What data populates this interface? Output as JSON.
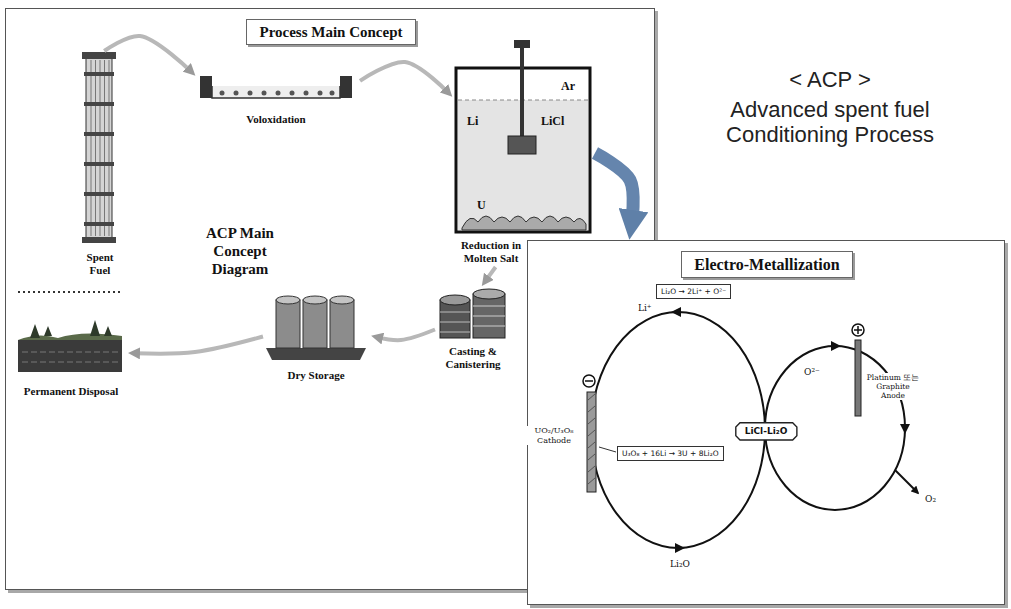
{
  "diagram": {
    "nodes": [
      {
        "text": [
          "Process Main Concept"
        ]
      },
      {
        "text": [
          "Spent Fuel"
        ],
        "in": 0
      },
      {
        "text": [
          "Voloxidation"
        ],
        "in": 0
      },
      {
        "text": [
          "Ar",
          "Li",
          "LiCl",
          "U",
          "Reduction in Molten Salt"
        ],
        "in": 0
      },
      {
        "text": [
          "Casting & Canistering"
        ],
        "in": 0
      },
      {
        "text": [
          "Dry Storage"
        ],
        "in": 0
      },
      {
        "text": [
          "Permanent Disposal"
        ],
        "in": 0
      },
      {
        "text": [
          "Electro-Metallization"
        ]
      },
      {
        "text": [
          "Li₂O → 2Li⁺ + O²⁻"
        ],
        "in": 7
      },
      {
        "text": [
          "LiCl-Li₂O"
        ],
        "in": 7
      },
      {
        "text": [
          "U₃O₈ + 16Li → 3U + 8Li₂O"
        ],
        "in": 7
      }
    ],
    "edges": [
      {
        "from": 1,
        "to": 2,
        "arrow": "to"
      },
      {
        "from": 2,
        "to": 3,
        "arrow": "to"
      },
      {
        "from": 3,
        "to": 4,
        "arrow": "to"
      },
      {
        "from": 4,
        "to": 5,
        "arrow": "to"
      },
      {
        "from": 5,
        "to": 6,
        "arrow": "to"
      },
      {
        "from": 3,
        "to": 7,
        "arrow": "to"
      }
    ],
    "labels": [
      "< ACP >",
      "Advanced spent fuel Conditioning Process",
      "ACP Main Concept Diagram",
      "Li⁺",
      "O²⁻",
      "Platinum 또는 Graphite Anode",
      "UO₂/U₃O₈ Cathode",
      "O₂",
      "Li₂O"
    ]
  }
}
